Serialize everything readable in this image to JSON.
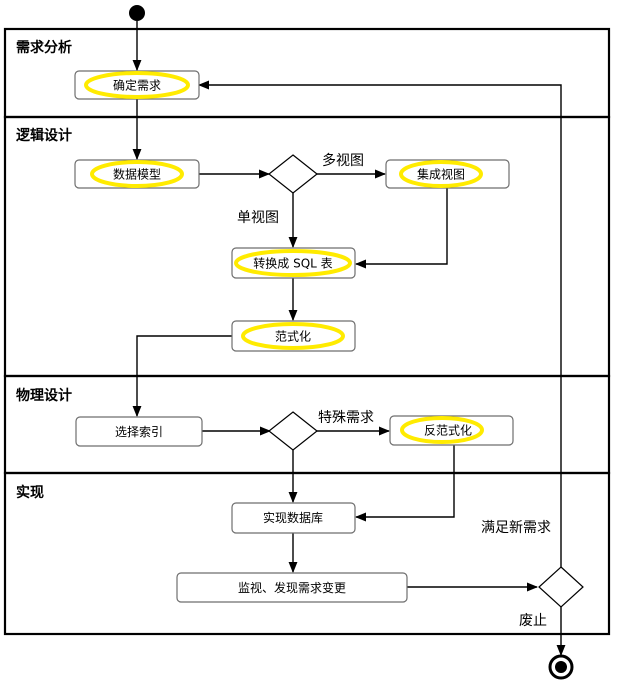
{
  "lanes": {
    "requirements": "需求分析",
    "logical": "逻辑设计",
    "physical": "物理设计",
    "implementation": "实现"
  },
  "nodes": {
    "confirm_requirements": "确定需求",
    "data_model": "数据模型",
    "integrate_views": "集成视图",
    "convert_to_sql": "转换成 SQL 表",
    "normalize": "范式化",
    "select_index": "选择索引",
    "denormalize": "反范式化",
    "implement_database": "实现数据库",
    "monitor": "监视、发现需求变更"
  },
  "edge_labels": {
    "multi_view": "多视图",
    "single_view": "单视图",
    "special_requirements": "特殊需求",
    "new_requirements": "满足新需求",
    "discard": "废止"
  },
  "highlight_color": "#ffeb00"
}
